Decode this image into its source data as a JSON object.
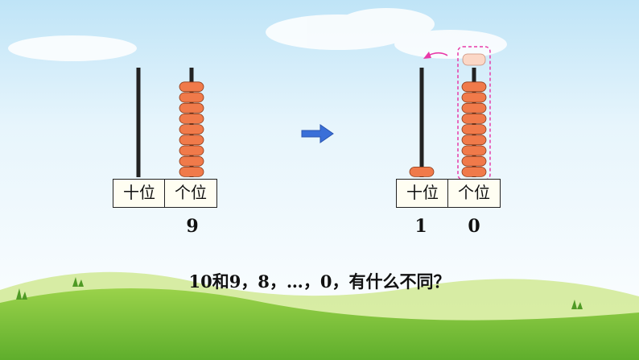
{
  "left_abacus": {
    "place_labels": [
      "十位",
      "个位"
    ],
    "tens_beads": 0,
    "ones_beads": 9,
    "number_digits": [
      "",
      "9"
    ]
  },
  "right_abacus": {
    "place_labels": [
      "十位",
      "个位"
    ],
    "tens_beads": 1,
    "ones_beads": 9,
    "carry_bead_count": 1,
    "number_digits": [
      "1",
      "0"
    ]
  },
  "question": "10和9，8，…，0，有什么不同？",
  "colors": {
    "bead": "#f07a4a",
    "bead_stroke": "#8a3a18",
    "rod": "#222222",
    "arrow": "#3a6fd8",
    "highlight": "#e83aa8",
    "carry_bead": "#fbd7c6"
  }
}
